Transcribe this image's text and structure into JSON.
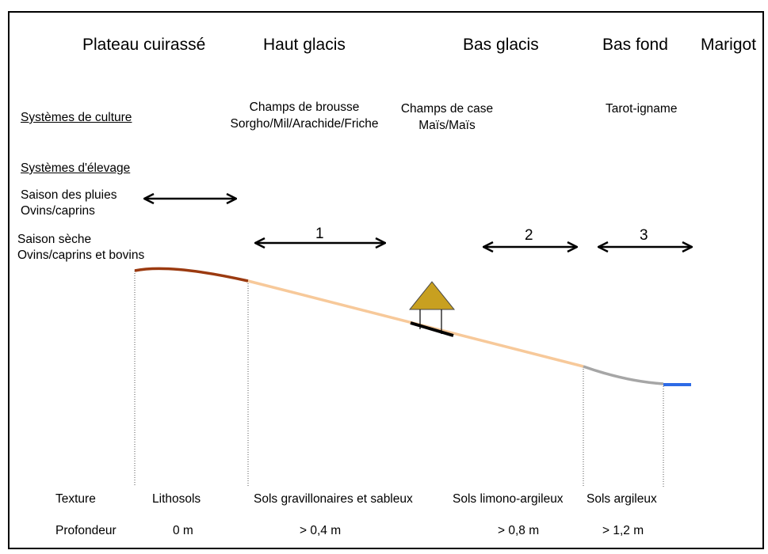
{
  "zones": {
    "plateau": "Plateau cuirassé",
    "haut_glacis": "Haut glacis",
    "bas_glacis": "Bas glacis",
    "bas_fond": "Bas fond",
    "marigot": "Marigot"
  },
  "culture": {
    "label": "Systèmes de culture",
    "champs_brousse_line1": "Champs de brousse",
    "champs_brousse_line2": "Sorgho/Mil/Arachide/Friche",
    "champs_case_line1": "Champs de case",
    "champs_case_line2": "Maïs/Maïs",
    "bas_fond_crop": "Tarot-igname"
  },
  "elevage": {
    "label": "Systèmes d'élevage",
    "pluies_line1": "Saison des pluies",
    "pluies_line2": "Ovins/caprins",
    "seche_line1": "Saison sèche",
    "seche_line2": "Ovins/caprins et bovins",
    "arrow_labels": [
      "1",
      "2",
      "3"
    ]
  },
  "texture": {
    "label": "Texture",
    "values": [
      "Lithosols",
      "Sols gravillonaires et sableux",
      "Sols limono-argileux",
      "Sols argileux"
    ]
  },
  "profondeur": {
    "label": "Profondeur",
    "values": [
      "0 m",
      "> 0,4 m",
      "> 0,8 m",
      "> 1,2 m"
    ]
  },
  "colors": {
    "cuirasse": "#9b3a10",
    "glacis": "#f7c99a",
    "bas_fond": "#a6a6a6",
    "marigot": "#2e6be6",
    "house": "#c8a020"
  }
}
